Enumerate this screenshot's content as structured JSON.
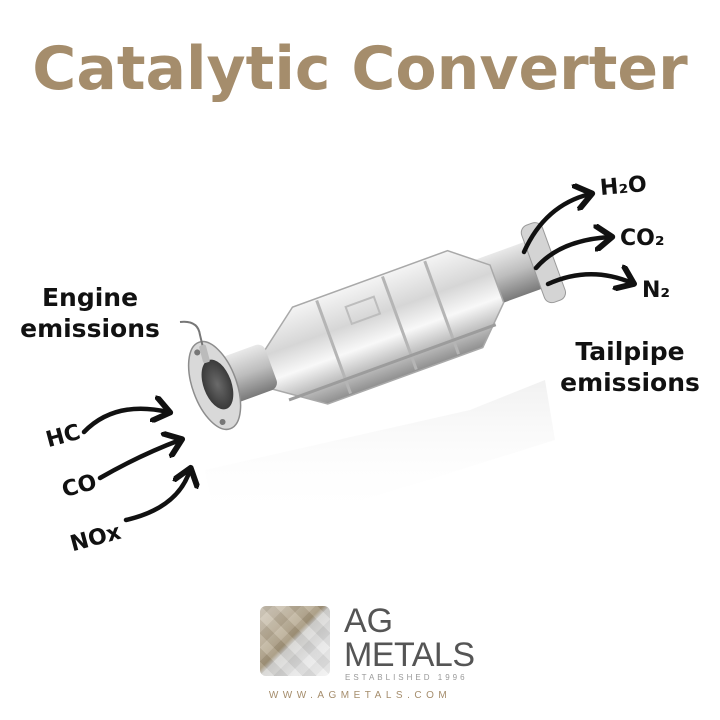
{
  "title": "Catalytic Converter",
  "colors": {
    "title": "#a58d6c",
    "text": "#111111",
    "arrow": "#111111",
    "metal": "#c9c9c9"
  },
  "inputs": {
    "heading_line1": "Engine",
    "heading_line2": "emissions",
    "gases": [
      "HC",
      "CO",
      "NOx"
    ]
  },
  "outputs": {
    "heading_line1": "Tailpipe",
    "heading_line2": "emissions",
    "gases": [
      "H₂O",
      "CO₂",
      "N₂"
    ]
  },
  "illustration": {
    "subject": "catalytic-converter",
    "icon": "arrow-icon"
  },
  "logo": {
    "line1": "AG",
    "line2": "METALS",
    "tagline": "ESTABLISHED 1996",
    "url": "WWW.AGMETALS.COM"
  }
}
